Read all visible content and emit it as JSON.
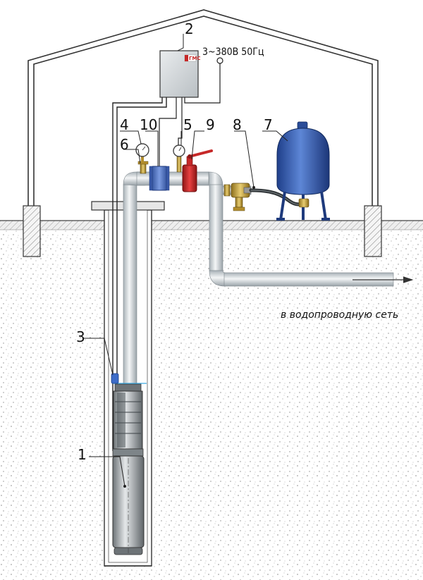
{
  "labels": {
    "pump": "1",
    "control_box": "2",
    "level_sensor": "3",
    "pressure_gauge_left": "4",
    "pressure_gauge_right": "5",
    "drain_valve": "6",
    "tank": "7",
    "hose": "8",
    "gate_valve": "9",
    "check_valve": "10"
  },
  "supply_text": "3~380В 50Гц",
  "outlet_text": "в водопроводную сеть",
  "control_box_logo": "ГМС",
  "colors": {
    "tank": "#3a62b5",
    "valve_red": "#d02525",
    "check_valve_blue": "#4a6fc0",
    "pipe": "#d7dde1",
    "brass": "#c9a43a",
    "sensor": "#3d6cc8",
    "ground": "#9a9a9a"
  }
}
